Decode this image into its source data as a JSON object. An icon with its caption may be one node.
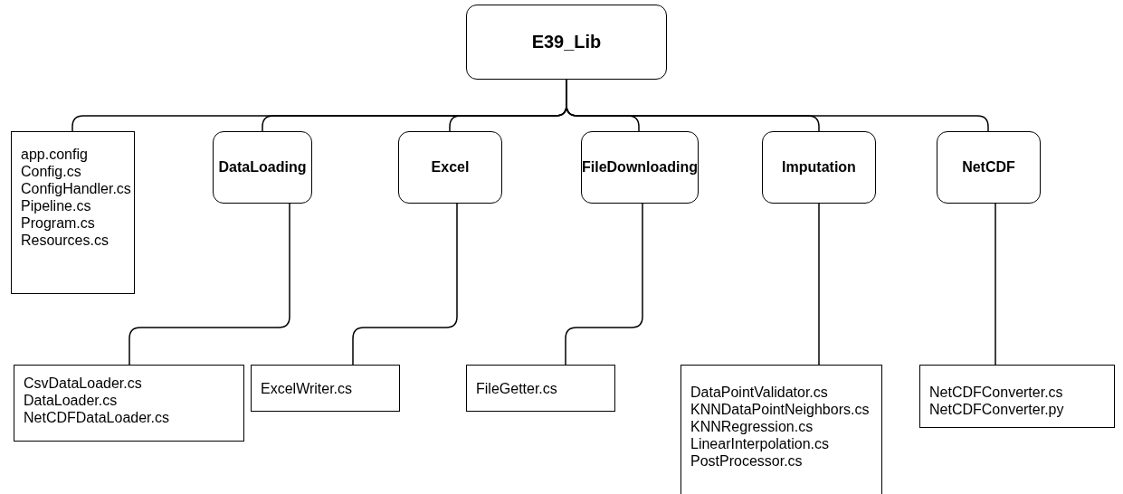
{
  "diagram": {
    "nodes": [
      {
        "text": [
          "E39_Lib"
        ]
      },
      {
        "text": [
          "app.config",
          "Config.cs",
          "ConfigHandler.cs",
          "Pipeline.cs",
          "Program.cs",
          "Resources.cs"
        ]
      },
      {
        "text": [
          "DataLoading"
        ]
      },
      {
        "text": [
          "Excel"
        ]
      },
      {
        "text": [
          "FileDownloading"
        ]
      },
      {
        "text": [
          "Imputation"
        ]
      },
      {
        "text": [
          "NetCDF"
        ]
      },
      {
        "text": [
          "CsvDataLoader.cs",
          "DataLoader.cs",
          "NetCDFDataLoader.cs"
        ]
      },
      {
        "text": [
          "ExcelWriter.cs"
        ]
      },
      {
        "text": [
          "FileGetter.cs"
        ]
      },
      {
        "text": [
          "DataPointValidator.cs",
          "KNNDataPointNeighbors.cs",
          "KNNRegression.cs",
          "LinearInterpolation.cs",
          "PostProcessor.cs"
        ]
      },
      {
        "text": [
          "NetCDFConverter.cs",
          "NetCDFConverter.py"
        ]
      }
    ],
    "edges": [
      {
        "from": 0,
        "to": 1,
        "arrow": "none"
      },
      {
        "from": 0,
        "to": 2,
        "arrow": "none"
      },
      {
        "from": 0,
        "to": 3,
        "arrow": "none"
      },
      {
        "from": 0,
        "to": 4,
        "arrow": "none"
      },
      {
        "from": 0,
        "to": 5,
        "arrow": "none"
      },
      {
        "from": 0,
        "to": 6,
        "arrow": "none"
      },
      {
        "from": 2,
        "to": 7,
        "arrow": "none"
      },
      {
        "from": 3,
        "to": 8,
        "arrow": "none"
      },
      {
        "from": 4,
        "to": 9,
        "arrow": "none"
      },
      {
        "from": 5,
        "to": 10,
        "arrow": "none"
      },
      {
        "from": 6,
        "to": 11,
        "arrow": "none"
      }
    ]
  }
}
